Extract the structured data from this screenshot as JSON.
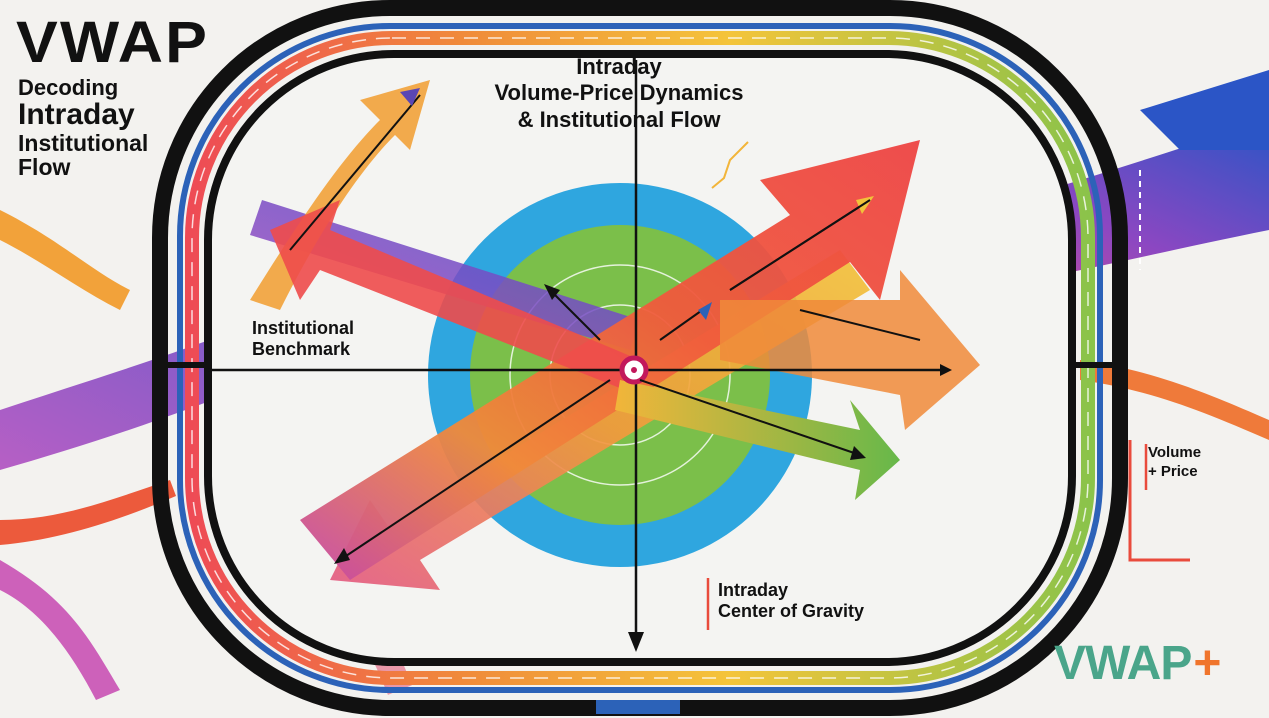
{
  "brand": {
    "title": "VWAP",
    "subtitle_lines": [
      "Decoding",
      "Intraday",
      "Institutional",
      "Flow"
    ]
  },
  "center_title": {
    "lines": [
      "Intraday",
      "Volume-Price Dynamics",
      "& Institutional Flow"
    ]
  },
  "labels": {
    "institutional_benchmark": [
      "Institutional",
      "Benchmark"
    ],
    "center_of_gravity": [
      "Intraday",
      "Center of Gravity"
    ],
    "volume_price": [
      "Volume",
      "+ Price"
    ]
  },
  "logo": {
    "text": "VWAP",
    "plus": "+"
  },
  "colors": {
    "background": "#f3f2ef",
    "target_blue": "#2fa6df",
    "target_green": "#7bbf4a",
    "logo_teal": "#4aa58a",
    "logo_orange": "#f0752c",
    "frame": "#111111"
  }
}
